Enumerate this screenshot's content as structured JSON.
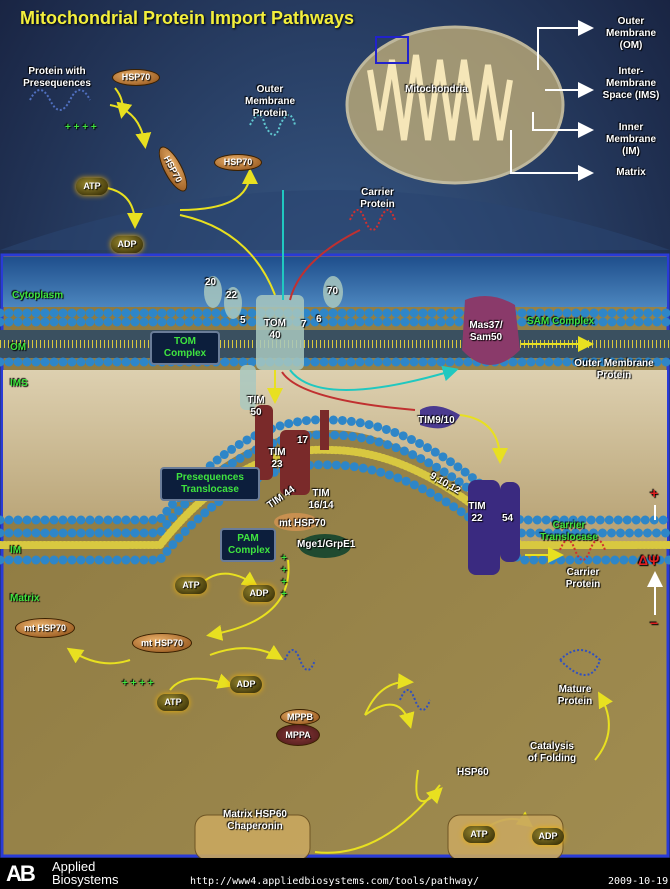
{
  "title": "Mitochondrial Protein Import Pathways",
  "overview": {
    "mitochondria": "Mitochondria",
    "om": "Outer Membrane (OM)",
    "ims": "Inter-Membrane Space (IMS)",
    "im": "Inner Membrane (IM)",
    "matrix": "Matrix"
  },
  "cytosol": {
    "presequence_protein": "Protein with Presequences",
    "hsp70": "HSP70",
    "atp": "ATP",
    "adp": "ADP",
    "outer_membrane_protein": "Outer Membrane Protein",
    "carrier_protein": "Carrier Protein",
    "charges": "+ + + +"
  },
  "regions": {
    "cytoplasm": "Cytoplasm",
    "om": "OM",
    "ims": "IMS",
    "im": "IM",
    "matrix": "Matrix"
  },
  "tom": {
    "t20": "20",
    "t22": "22",
    "t5": "5",
    "t40": "TOM 40",
    "t7": "7",
    "t6": "6",
    "t70": "70",
    "complex": "TOM Complex"
  },
  "sam": {
    "mas": "Mas37/ Sam50",
    "complex": "SAM Complex",
    "product": "Outer Membrane Protein"
  },
  "tim23": {
    "tim50": "TIM 50",
    "t17": "17",
    "tim23": "TIM 23",
    "presequence_translocase": "Presequences Translocase",
    "tim44": "TIM 44",
    "tim1614": "TIM 16/14",
    "mthsp70": "mt HSP70",
    "pam": "PAM Complex",
    "mge1": "Mge1/GrpE1",
    "atp": "ATP",
    "adp": "ADP",
    "charges": "+ + + +"
  },
  "tim22": {
    "tim910": "TIM9/10",
    "t91012": "9,10,12",
    "tim22": "TIM 22",
    "t54": "54",
    "carrier_translocase": "Carrier Translocase",
    "carrier_protein": "Carrier Protein"
  },
  "potential": {
    "plus": "+",
    "delta_psi": "ΔΨ",
    "minus": "−"
  },
  "matrix": {
    "mthsp70_a": "mt HSP70",
    "mthsp70_b": "mt HSP70",
    "atp1": "ATP",
    "adp1": "ADP",
    "charges": "+ + + +",
    "mppb": "MPPB",
    "mppa": "MPPA",
    "mature": "Mature Protein",
    "catalysis": "Catalysis of Folding",
    "hsp60": "HSP60",
    "chaperonin": "Matrix HSP60 Chaperonin",
    "atp2": "ATP",
    "adp2": "ADP"
  },
  "footer": {
    "logo_mark": "AB",
    "brand": "Applied Biosystems",
    "url": "http://www4.appliedbiosystems.com/tools/pathway/",
    "date": "2009-10-19"
  },
  "colors": {
    "title": "#f3ef3c",
    "region_label": "#3fe43f",
    "membrane": "#2e86c8",
    "frame": "#2a3bd6"
  }
}
